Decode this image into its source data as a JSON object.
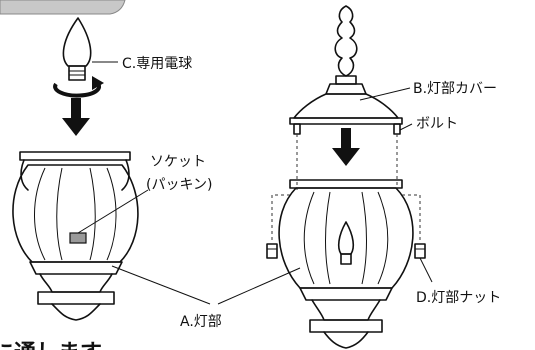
{
  "labels": {
    "bulb": "C.専用電球",
    "socket_line1": "ソケット",
    "socket_line2": "(パッキン)",
    "cover": "B.灯部カバー",
    "bolt": "ボルト",
    "lamp_part": "A.灯部",
    "nut": "D.灯部ナット"
  },
  "footer_text": "に通します",
  "colors": {
    "line": "#111111",
    "tab": "#c8c8c8",
    "socket_fill": "#9a9a9a"
  }
}
